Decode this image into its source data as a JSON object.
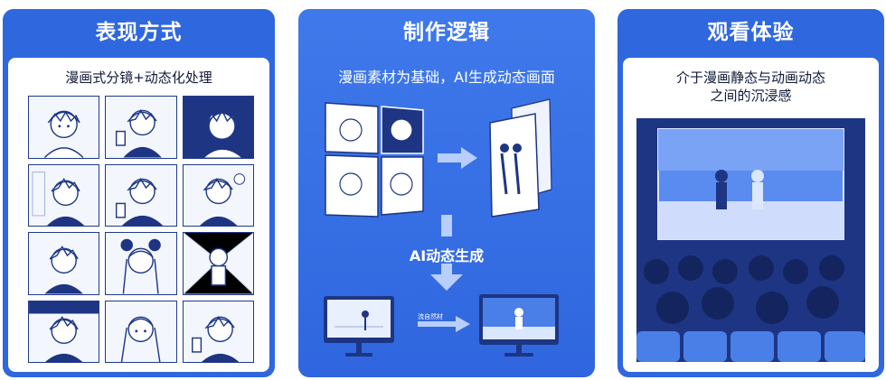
{
  "panels": [
    {
      "title": "表现方式",
      "subtitle": "漫画式分镜+动态化处理"
    },
    {
      "title": "制作逻辑",
      "subtitle": "漫画素材为基础，AI生成动态画面",
      "ai_label": "AI动态生成",
      "small_label": "流自然材"
    },
    {
      "title": "观看体验",
      "subtitle_line1": "介于漫画静态与动画动态",
      "subtitle_line2": "之间的沉浸感"
    }
  ],
  "colors": {
    "primary": "#2f67de",
    "dark": "#1e3583",
    "light": "#e8effd"
  }
}
